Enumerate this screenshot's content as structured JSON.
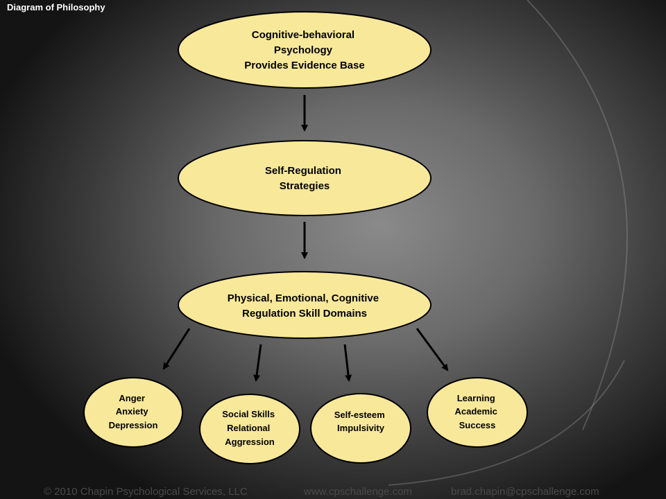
{
  "title": "Diagram of Philosophy",
  "colors": {
    "node_fill": "#f8e89a",
    "node_stroke": "#000000",
    "arrow": "#000000"
  },
  "nodes": {
    "top": [
      "Cognitive-behavioral",
      "Psychology",
      "Provides Evidence Base"
    ],
    "middle": [
      "Self-Regulation",
      "Strategies"
    ],
    "domains": [
      "Physical, Emotional, Cognitive",
      "Regulation Skill Domains"
    ],
    "anger": [
      "Anger",
      "Anxiety",
      "Depression"
    ],
    "social": [
      "Social Skills",
      "Relational",
      "Aggression"
    ],
    "esteem": [
      "Self-esteem",
      "Impulsivity"
    ],
    "learning": [
      "Learning",
      "Academic",
      "Success"
    ]
  },
  "footer": {
    "copyright": "© 2010 Chapin Psychological Services, LLC",
    "website": "www.cpschallenge.com",
    "email": "brad.chapin@cpschallenge.com"
  }
}
